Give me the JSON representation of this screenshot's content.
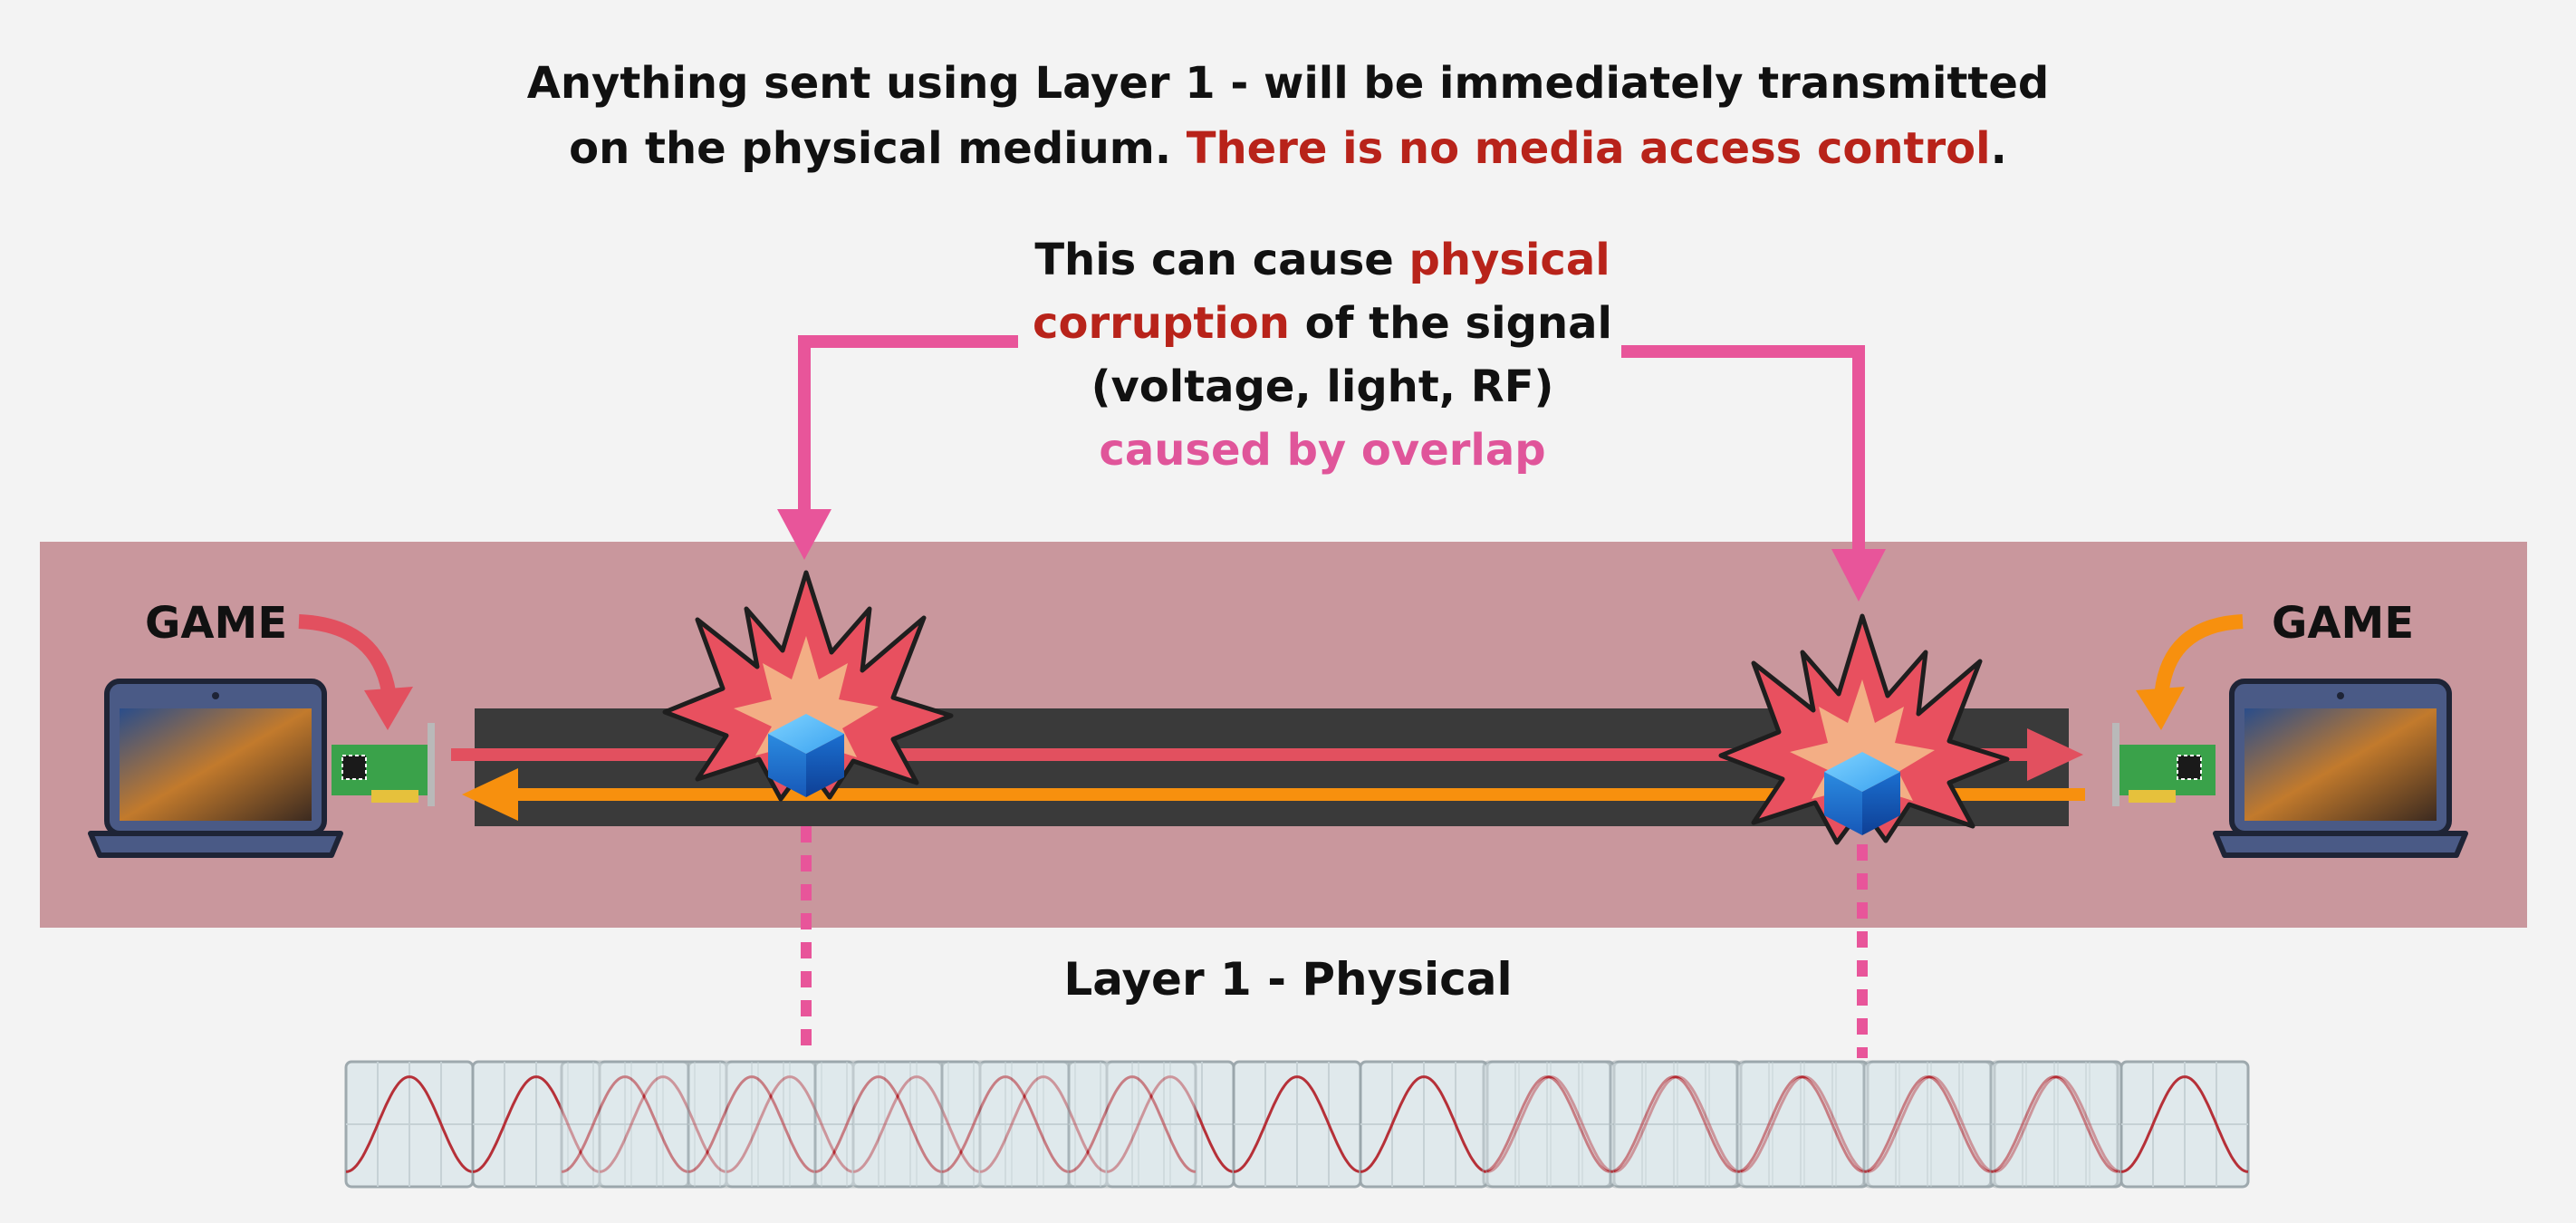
{
  "heading": {
    "line1": "Anything sent using Layer 1 - will be immediately transmitted",
    "line2_prefix": "on the physical medium. ",
    "line2_highlight": "There is no media access control",
    "line2_suffix": "."
  },
  "callout": {
    "line1_prefix": "This can cause ",
    "line1_highlight": "physical",
    "line2_highlight": "corruption",
    "line2_suffix": " of the signal",
    "line3": "(voltage, light, RF)",
    "line4": "caused by overlap"
  },
  "left_device": {
    "label": "GAME",
    "icon": "laptop-icon",
    "nic_icon": "network-card-icon"
  },
  "right_device": {
    "label": "GAME",
    "icon": "laptop-icon",
    "nic_icon": "network-card-icon"
  },
  "layer_label": "Layer 1 - Physical",
  "colors": {
    "band": "#c9979d",
    "medium": "#3a3a3a",
    "signal_left": "#e2505f",
    "signal_right": "#f7900e",
    "callout_arrow": "#e8559a",
    "collision": "#e8505f",
    "packet": "#1e73d4",
    "wave": "#b3262e"
  },
  "icons": [
    "explosion-icon",
    "packet-cube-icon",
    "arrow-down-icon",
    "waveform-icon"
  ]
}
